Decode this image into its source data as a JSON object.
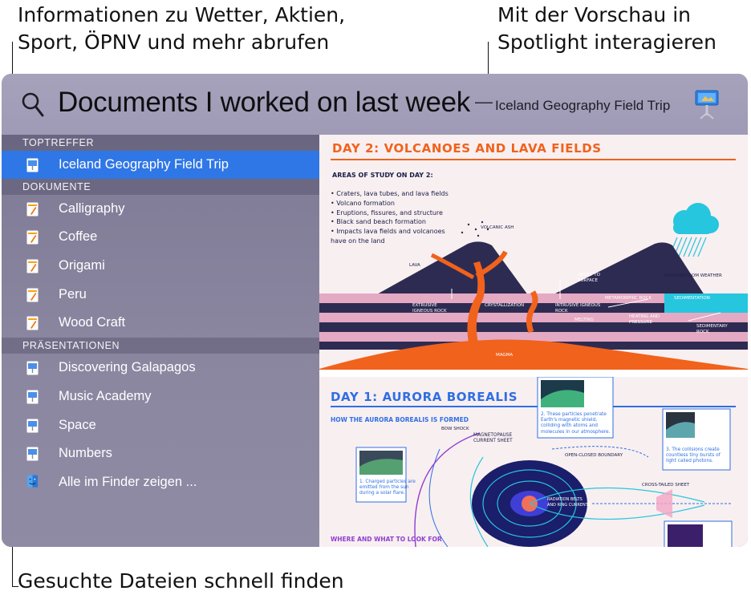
{
  "callouts": {
    "top_left": "Informationen zu Wetter, Aktien,\nSport, ÖPNV und mehr abrufen",
    "top_right": "Mit der Vorschau in\nSpotlight interagieren",
    "bottom_left": "Gesuchte Dateien schnell finden"
  },
  "search": {
    "icon": "magnifying-glass-icon",
    "query": "Documents I worked on last week",
    "separator": "—",
    "preview_title": "Iceland Geography Field Trip",
    "app_icon": "keynote-icon"
  },
  "sidebar": {
    "sections": [
      {
        "header": "TOPTREFFER",
        "items": [
          {
            "label": "Iceland Geography Field Trip",
            "icon": "keynote-file-icon",
            "selected": true
          }
        ]
      },
      {
        "header": "DOKUMENTE",
        "items": [
          {
            "label": "Calligraphy",
            "icon": "pages-file-icon"
          },
          {
            "label": "Coffee",
            "icon": "pages-file-icon"
          },
          {
            "label": "Origami",
            "icon": "pages-file-icon"
          },
          {
            "label": "Peru",
            "icon": "pages-file-icon"
          },
          {
            "label": "Wood Craft",
            "icon": "pages-file-icon"
          }
        ]
      },
      {
        "header": "PRÄSENTATIONEN",
        "items": [
          {
            "label": "Discovering Galapagos",
            "icon": "keynote-file-icon"
          },
          {
            "label": "Music Academy",
            "icon": "keynote-file-icon"
          },
          {
            "label": "Space",
            "icon": "keynote-file-icon"
          },
          {
            "label": "Numbers",
            "icon": "keynote-file-icon"
          }
        ]
      }
    ],
    "footer": {
      "label": "Alle im Finder zeigen ...",
      "icon": "finder-icon"
    }
  },
  "preview": {
    "day2": {
      "title": "DAY 2: VOLCANOES AND LAVA FIELDS",
      "areas_heading": "AREAS OF STUDY ON DAY 2:",
      "bullets": [
        "• Craters, lava tubes, and lava fields",
        "• Volcano formation",
        "• Eruptions, fissures, and structure",
        "• Black sand beach formation",
        "• Impacts lava fields and volcanoes",
        "   have on the land"
      ],
      "labels": {
        "volcanic_ash": "VOLCANIC ASH",
        "lava": "LAVA",
        "uplift": "UPLIFT TO\nSURFACE",
        "erosion": "EROSION FROM WEATHER",
        "extrusive": "EXTRUSIVE\nIGNEOUS ROCK",
        "crystallization": "CRYSTALLIZATION",
        "intrusive": "INTRUSIVE IGNEOUS\nROCK",
        "metamorphic": "METAMORPHIC ROCK",
        "sedimentation": "SEDIMENTATION",
        "melting": "MELTING",
        "heating": "HEATING AND\nPRESSURE",
        "sedimentary": "SEDIMENTARY\nROCK",
        "magma": "MAGMA"
      }
    },
    "day1": {
      "title": "DAY 1: AURORA BOREALIS",
      "how_heading": "HOW THE AURORA BOREALIS IS FORMED",
      "where_heading": "WHERE AND WHAT TO LOOK FOR",
      "labels": {
        "bow_shock": "BOW SHOCK",
        "magnetopause": "MAGNETOPAUSE\nCURRENT SHEET",
        "open_closed": "OPEN-CLOSED BOUNDARY",
        "cross_tailed": "CROSS-TAILED SHEET",
        "radiation": "RADIATION BELTS\nAND RING CURRENTS"
      },
      "captions": {
        "c1": "1. Charged particles are\nemitted from the sun\nduring a solar flare.",
        "c2": "2. These particles penetrate\nEarth's magnetic shield,\ncolliding with atoms and\nmolecules in our atmosphere.",
        "c3": "3. The collisions create\ncountless tiny bursts of\nlight called photons."
      }
    }
  },
  "colors": {
    "selection": "#2f77e6",
    "accent_orange": "#f1621c",
    "accent_blue": "#2f6fe3",
    "volcano_navy": "#2e2b52",
    "cloud_cyan": "#26c6de"
  }
}
